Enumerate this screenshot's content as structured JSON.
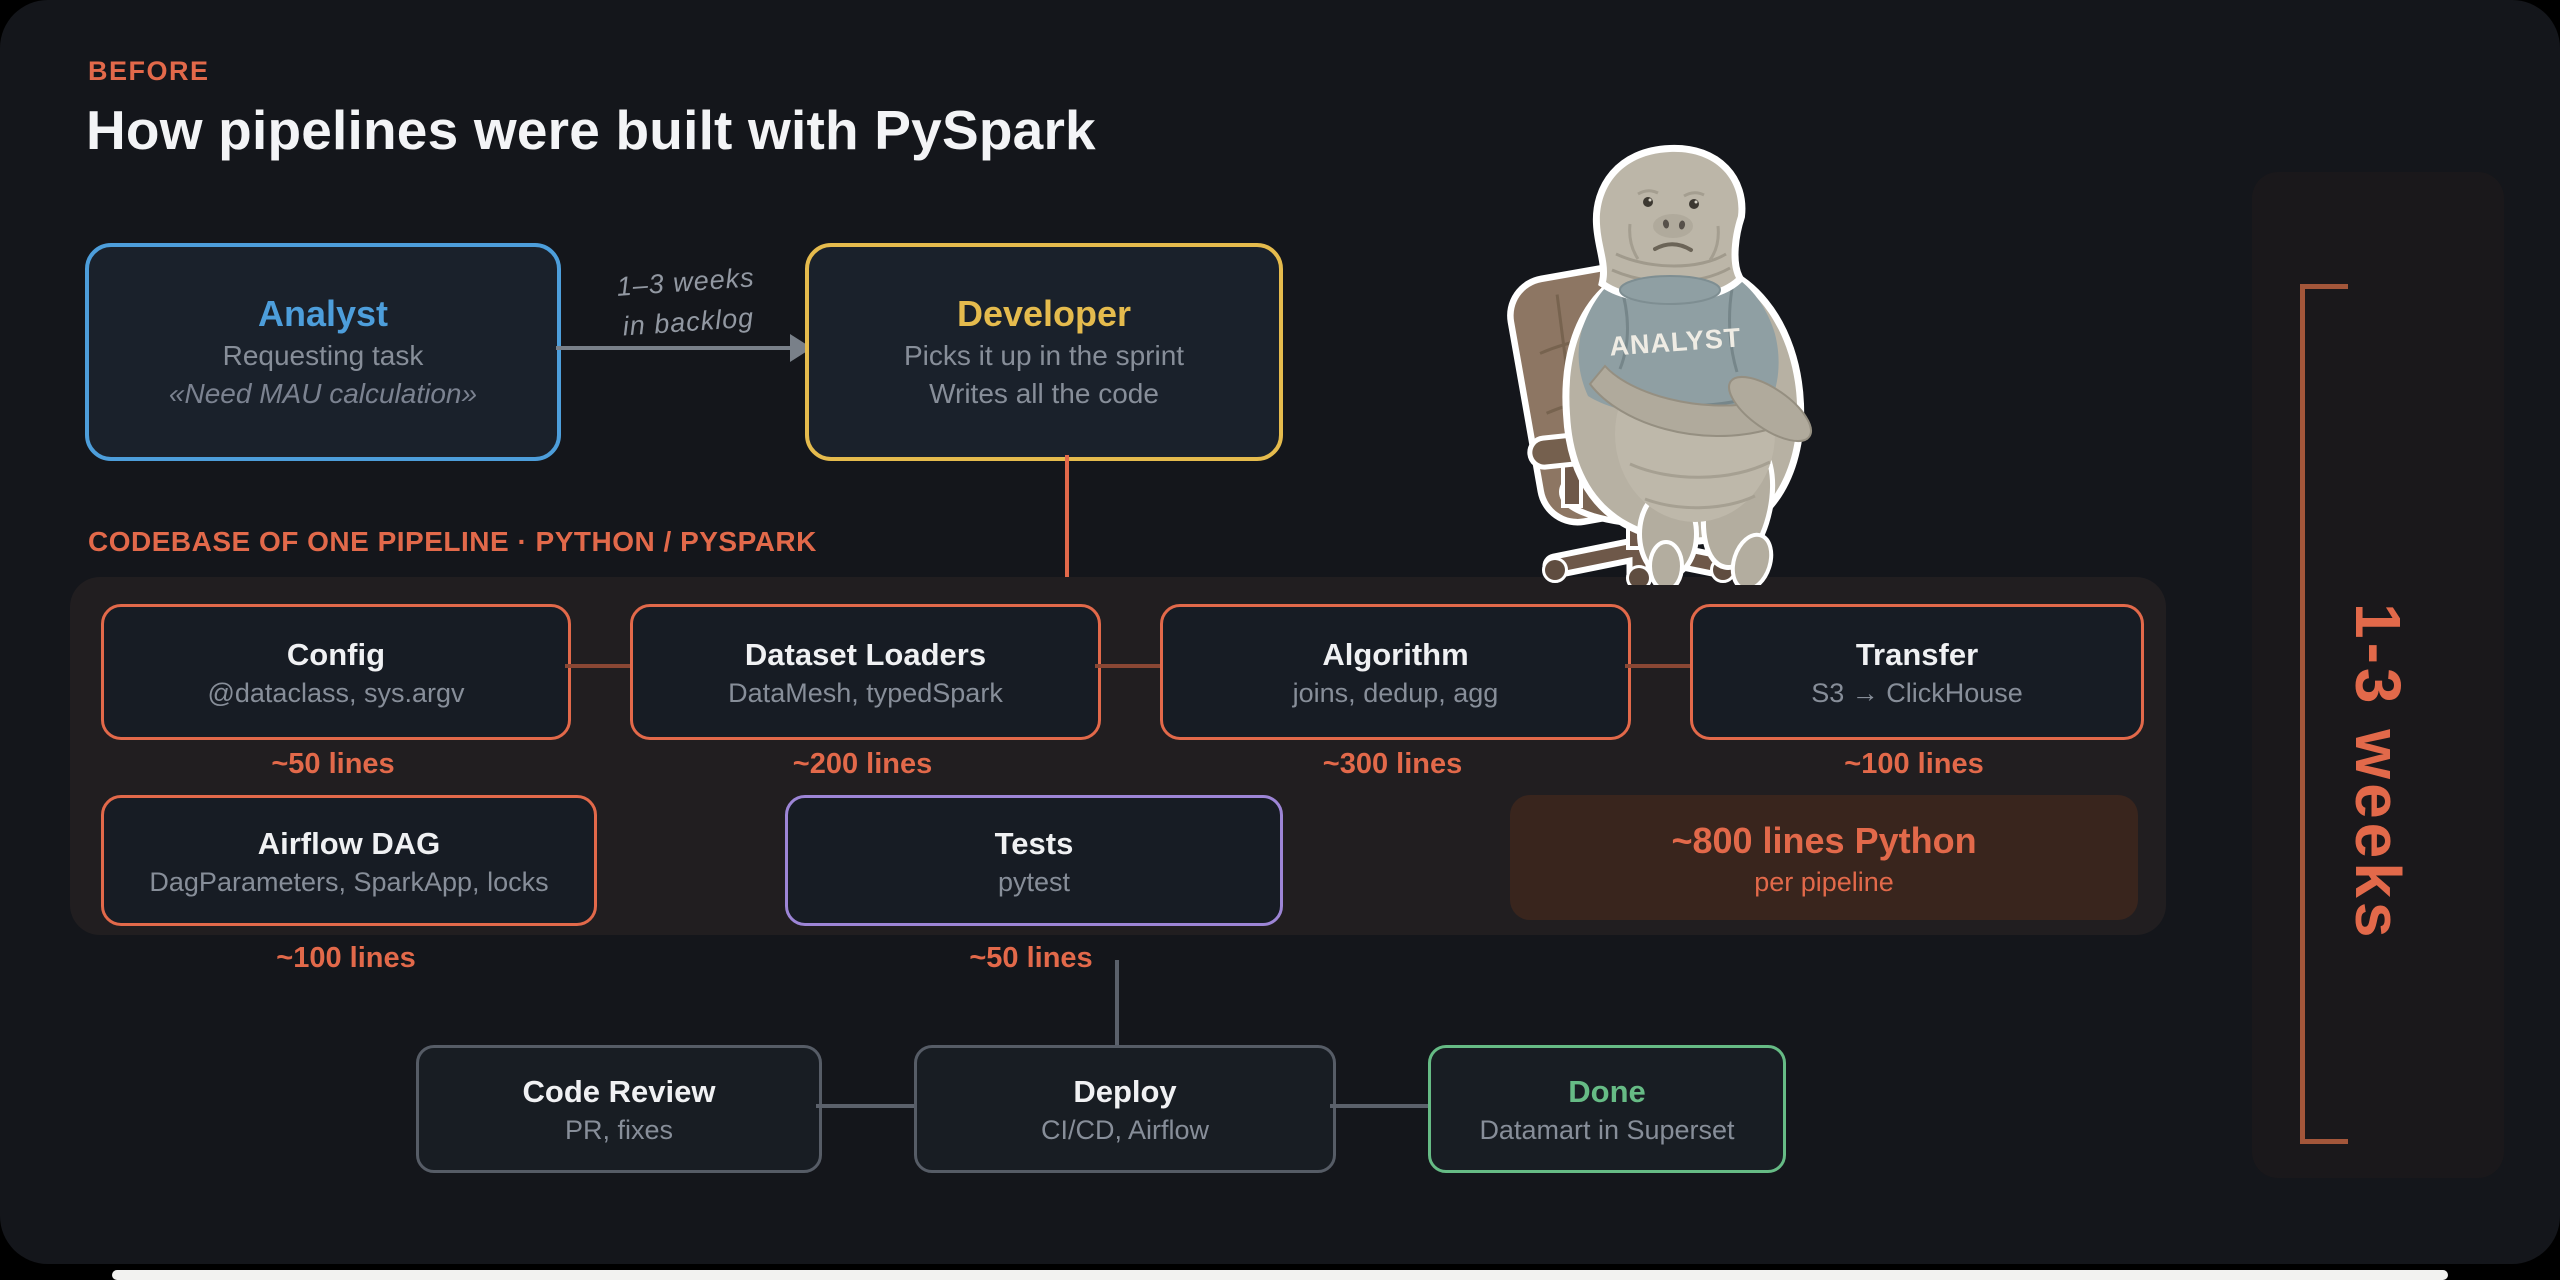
{
  "page": {
    "eyebrow": "BEFORE",
    "title": "How pipelines were built with PySpark"
  },
  "flow": {
    "analyst": {
      "title": "Analyst",
      "line1": "Requesting task",
      "line2": "«Need MAU calculation»"
    },
    "backlog_note": {
      "line1": "1–3 weeks",
      "line2": "in backlog"
    },
    "developer": {
      "title": "Developer",
      "line1": "Picks it up in the sprint",
      "line2": "Writes all the code"
    }
  },
  "codebase": {
    "header": "CODEBASE OF ONE PIPELINE · PYTHON / PYSPARK",
    "row1": [
      {
        "title": "Config",
        "subtitle": "@dataclass, sys.argv",
        "lines": "~50 lines"
      },
      {
        "title": "Dataset Loaders",
        "subtitle": "DataMesh, typedSpark",
        "lines": "~200 lines"
      },
      {
        "title": "Algorithm",
        "subtitle": "joins, dedup, agg",
        "lines": "~300 lines"
      },
      {
        "title": "Transfer",
        "subtitle": "S3 → ClickHouse",
        "lines": "~100 lines"
      }
    ],
    "row2": [
      {
        "title": "Airflow DAG",
        "subtitle": "DagParameters, SparkApp, locks",
        "lines": "~100 lines"
      },
      {
        "title": "Tests",
        "subtitle": "pytest",
        "lines": "~50 lines"
      }
    ],
    "total": {
      "title": "~800 lines Python",
      "subtitle": "per pipeline"
    }
  },
  "bottom_flow": [
    {
      "title": "Code Review",
      "subtitle": "PR, fixes"
    },
    {
      "title": "Deploy",
      "subtitle": "CI/CD, Airflow"
    },
    {
      "title": "Done",
      "subtitle": "Datamart in Superset"
    }
  ],
  "timeline": {
    "label": "1-3 weeks"
  },
  "sticker": {
    "shirt_label": "ANALYST"
  },
  "colors": {
    "accent": "#e2694a",
    "blue": "#4d9edb",
    "yellow": "#e5bb4d",
    "purple": "#9d85d6",
    "green": "#66bb85",
    "bracket": "#a3563a"
  }
}
